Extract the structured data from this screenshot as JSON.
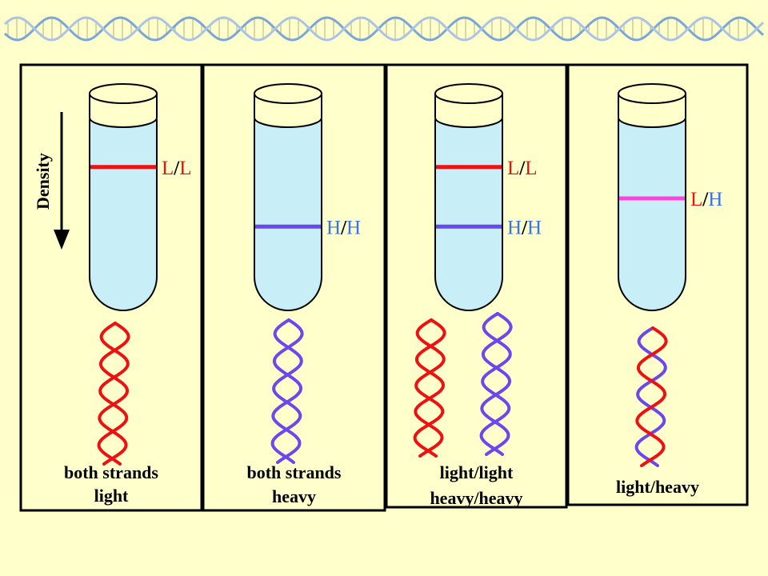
{
  "colors": {
    "background": "#ffffcc",
    "tube_fill": "#c8eef8",
    "tube_cap": "#ffffcc",
    "outline": "#000000",
    "light": "#ee1111",
    "heavy": "#6a48ee",
    "hybrid": "#ff44dd",
    "heavy_text": "#3a72e8",
    "banner": "#7ba7d8"
  },
  "density_label": "Density",
  "panels": [
    {
      "caption": [
        "both strands",
        "light"
      ],
      "bands": [
        {
          "type": "light",
          "level": 0.3,
          "label_parts": [
            {
              "text": "L",
              "type": "light"
            },
            {
              "text": "/",
              "type": "slash"
            },
            {
              "text": "L",
              "type": "light"
            }
          ]
        }
      ],
      "helices": [
        {
          "strand1": "light",
          "strand2": "light"
        }
      ]
    },
    {
      "caption": [
        "both strands",
        "heavy"
      ],
      "bands": [
        {
          "type": "heavy",
          "level": 0.68,
          "label_parts": [
            {
              "text": "H",
              "type": "heavy"
            },
            {
              "text": "/",
              "type": "slash"
            },
            {
              "text": "H",
              "type": "heavy"
            }
          ]
        }
      ],
      "helices": [
        {
          "strand1": "heavy",
          "strand2": "heavy"
        }
      ]
    },
    {
      "caption": [
        "light/light",
        "heavy/heavy"
      ],
      "bands": [
        {
          "type": "light",
          "level": 0.3,
          "label_parts": [
            {
              "text": "L",
              "type": "light"
            },
            {
              "text": "/",
              "type": "slash"
            },
            {
              "text": "L",
              "type": "light"
            }
          ]
        },
        {
          "type": "heavy",
          "level": 0.68,
          "label_parts": [
            {
              "text": "H",
              "type": "heavy"
            },
            {
              "text": "/",
              "type": "slash"
            },
            {
              "text": "H",
              "type": "heavy"
            }
          ]
        }
      ],
      "helices": [
        {
          "strand1": "light",
          "strand2": "light"
        },
        {
          "strand1": "heavy",
          "strand2": "heavy"
        }
      ]
    },
    {
      "caption": [
        "light/heavy"
      ],
      "bands": [
        {
          "type": "hybrid",
          "level": 0.5,
          "label_parts": [
            {
              "text": "L",
              "type": "light"
            },
            {
              "text": "/",
              "type": "slash"
            },
            {
              "text": "H",
              "type": "heavy"
            }
          ]
        }
      ],
      "helices": [
        {
          "strand1": "light",
          "strand2": "heavy"
        }
      ]
    }
  ]
}
